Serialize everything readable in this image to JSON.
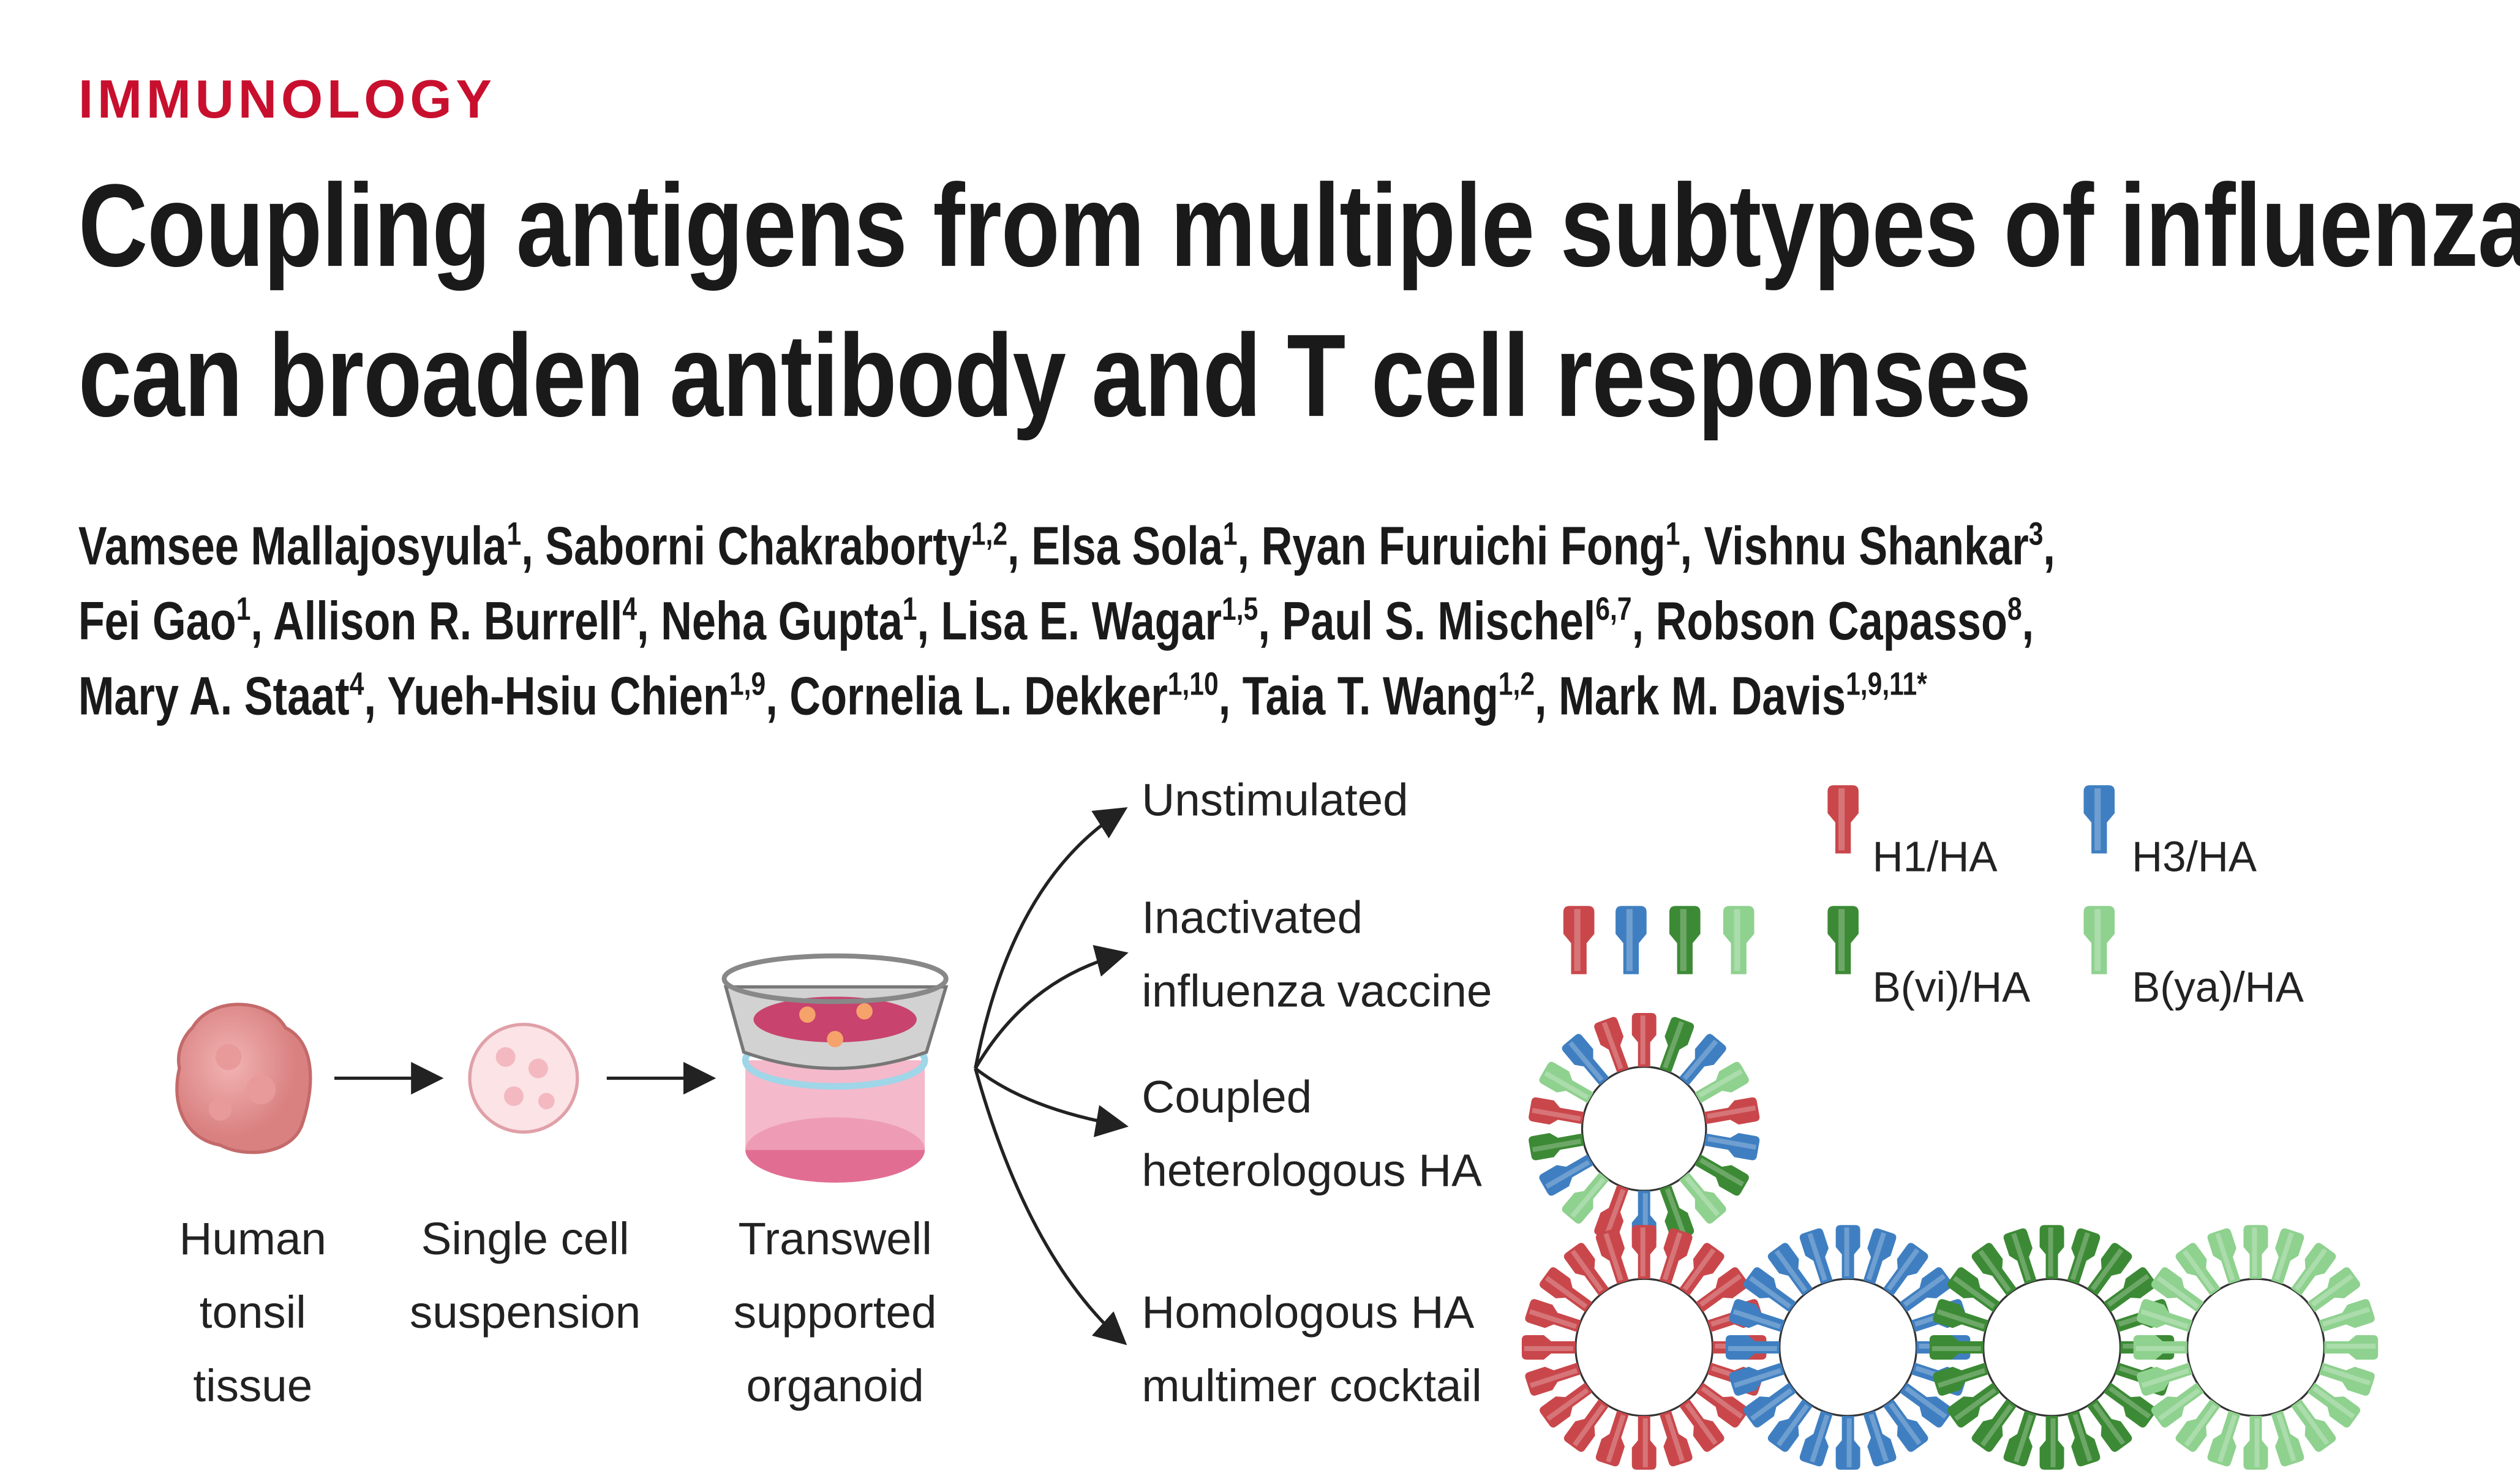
{
  "section": "IMMUNOLOGY",
  "title": [
    "Coupling antigens from multiple subtypes of influenza",
    "can broaden antibody and T cell responses"
  ],
  "authors": [
    [
      [
        "Vamsee Mallajosyula",
        "1"
      ],
      [
        "Saborni Chakraborty",
        "1,2"
      ],
      [
        "Elsa Sola",
        "1"
      ],
      [
        "Ryan Furuichi Fong",
        "1"
      ],
      [
        "Vishnu Shankar",
        "3"
      ]
    ],
    [
      [
        "Fei Gao",
        "1"
      ],
      [
        "Allison R. Burrell",
        "4"
      ],
      [
        "Neha Gupta",
        "1"
      ],
      [
        "Lisa E. Wagar",
        "1,5"
      ],
      [
        "Paul S. Mischel",
        "6,7"
      ],
      [
        "Robson Capasso",
        "8"
      ]
    ],
    [
      [
        "Mary A. Staat",
        "4"
      ],
      [
        "Yueh-Hsiu Chien",
        "1,9"
      ],
      [
        "Cornelia L. Dekker",
        "1,10"
      ],
      [
        "Taia T. Wang",
        "1,2"
      ],
      [
        "Mark M. Davis",
        "1,9,11*"
      ]
    ]
  ],
  "workflow": [
    {
      "lines": [
        "Human",
        "tonsil",
        "tissue"
      ]
    },
    {
      "lines": [
        "Single cell",
        "suspension"
      ]
    },
    {
      "lines": [
        "Transwell",
        "supported",
        "organoid"
      ]
    }
  ],
  "conditions": [
    {
      "lines": [
        "Unstimulated"
      ]
    },
    {
      "lines": [
        "Inactivated",
        "influenza vaccine"
      ]
    },
    {
      "lines": [
        "Coupled",
        "heterologous HA"
      ]
    },
    {
      "lines": [
        "Homologous HA",
        "multimer cocktail"
      ]
    }
  ],
  "legend": [
    {
      "label": "H1/HA",
      "color": "#c9474b"
    },
    {
      "label": "H3/HA",
      "color": "#3f7fc1"
    },
    {
      "label": "B(vi)/HA",
      "color": "#3c8a35"
    },
    {
      "label": "B(ya)/HA",
      "color": "#8fd18f"
    }
  ],
  "colors": {
    "accent": "#c8102e"
  }
}
